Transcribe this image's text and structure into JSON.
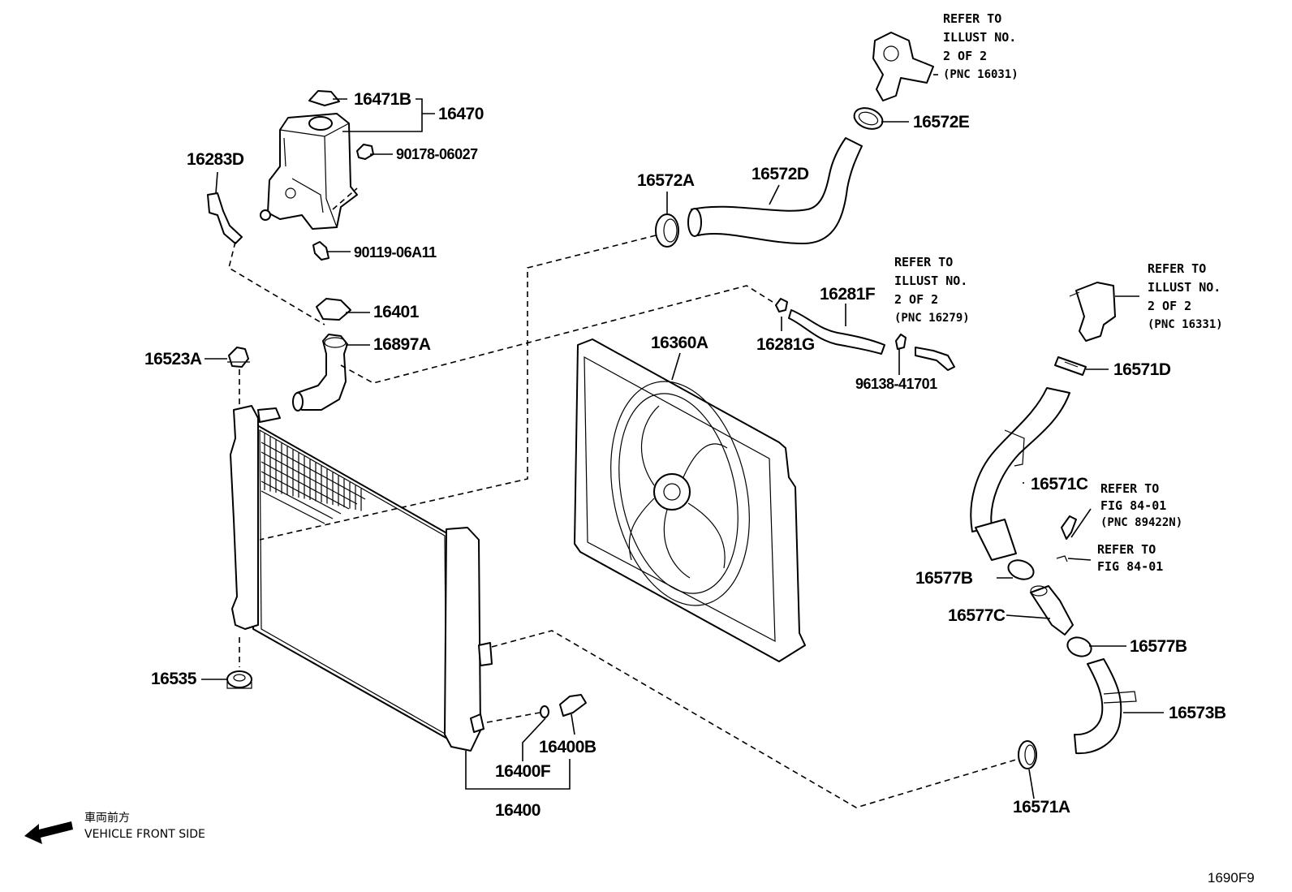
{
  "diagram_code": "1690F9",
  "direction_note": {
    "japanese": "車両前方",
    "english": "VEHICLE FRONT SIDE"
  },
  "part_labels": {
    "p16471B": "16471B",
    "p16470": "16470",
    "p16283D": "16283D",
    "p90178": "90178-06027",
    "p90119": "90119-06A11",
    "p16401": "16401",
    "p16897A": "16897A",
    "p16523A": "16523A",
    "p16535": "16535",
    "p16572A": "16572A",
    "p16572D": "16572D",
    "p16572E": "16572E",
    "p16360A": "16360A",
    "p16281F": "16281F",
    "p16281G": "16281G",
    "p96138": "96138-41701",
    "p16571D": "16571D",
    "p16571C": "16571C",
    "p16577B_1": "16577B",
    "p16577C": "16577C",
    "p16577B_2": "16577B",
    "p16573B": "16573B",
    "p16571A": "16571A",
    "p16400B": "16400B",
    "p16400F": "16400F",
    "p16400": "16400"
  },
  "references": {
    "ref_top": {
      "line1": "REFER TO",
      "line2": "ILLUST NO.",
      "line3": "2 OF 2",
      "line4": "(PNC 16031)"
    },
    "ref_hose": {
      "line1": "REFER TO",
      "line2": "ILLUST NO.",
      "line3": "2 OF 2",
      "line4": "(PNC 16279)"
    },
    "ref_right": {
      "line1": "REFER TO",
      "line2": "ILLUST NO.",
      "line3": "2 OF 2",
      "line4": "(PNC 16331)"
    },
    "ref_fig1": {
      "line1": "REFER TO",
      "line2": "FIG 84-01",
      "line3": "(PNC 89422N)"
    },
    "ref_fig2": {
      "line1": "REFER TO",
      "line2": "FIG 84-01"
    }
  }
}
